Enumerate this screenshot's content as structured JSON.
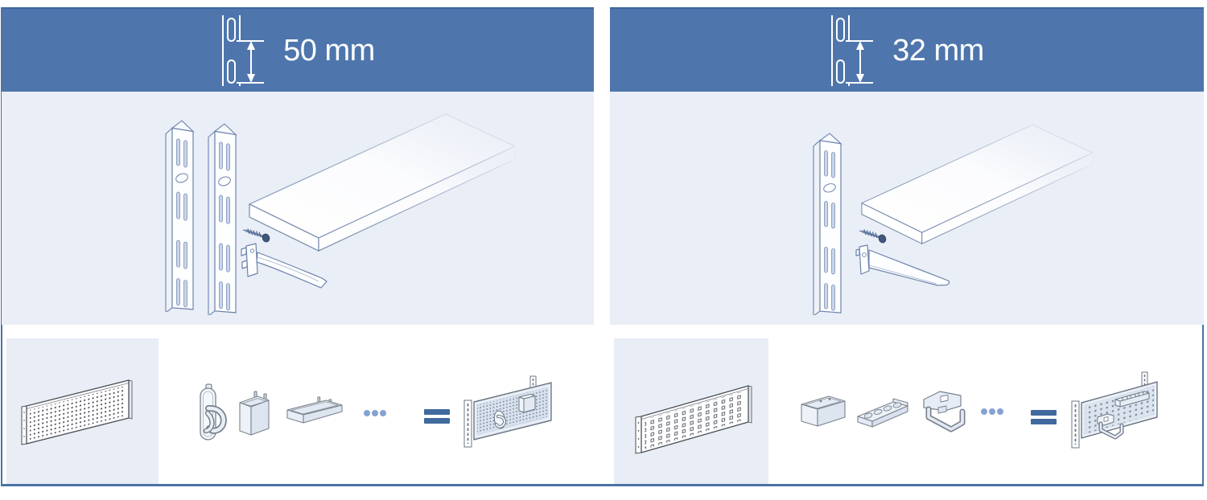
{
  "figure": {
    "title_hint": "wall-rail shelving system pitch comparison",
    "panels": [
      {
        "id": "pitch-50",
        "header": {
          "label": "50 mm",
          "icon": "slot-pitch-icon"
        },
        "assembly_parts": [
          "wall-upright-rail",
          "wall-upright-rail",
          "mounting-screw",
          "shelf-bracket",
          "shelf-panel"
        ],
        "accessory_row": {
          "base": "pegboard-round-holes",
          "items": [
            "double-hook",
            "storage-bin",
            "storage-tray"
          ],
          "ellipsis": "•••",
          "equals": "=",
          "result": "assembled-pegboard-with-accessories"
        }
      },
      {
        "id": "pitch-32",
        "header": {
          "label": "32 mm",
          "icon": "slot-pitch-icon"
        },
        "assembly_parts": [
          "wall-upright-rail",
          "mounting-screw",
          "shelf-bracket",
          "shelf-panel"
        ],
        "accessory_row": {
          "base": "pegboard-square-holes",
          "items": [
            "storage-box",
            "tool-holder",
            "hanger-bracket"
          ],
          "ellipsis": "•••",
          "equals": "=",
          "result": "assembled-pegboard-with-accessories"
        }
      }
    ],
    "colors": {
      "header_blue": "#4e76ac",
      "top_rule_blue": "#3d66a0",
      "border_blue": "#4a72a6",
      "panel_light": "#eaeef6",
      "card_light": "#e8edf6",
      "drawing_line_blue": "#6d83ad",
      "pegboard_outline_dark": "#4a4f57",
      "accessory_outline_gray": "#79828e",
      "dots_accent": "#85a3d2",
      "equals_accent": "#40699e"
    }
  }
}
